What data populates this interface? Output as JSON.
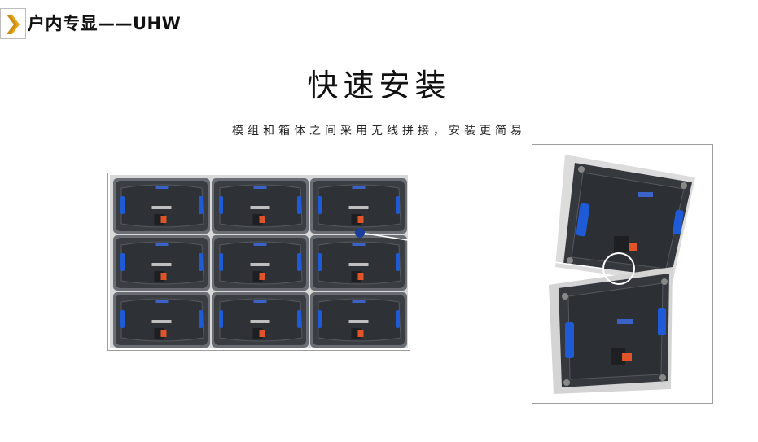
{
  "header": {
    "title": "户内专显——UHW",
    "logo_icon": "chevron-right-icon",
    "logo_color": "#e8a317"
  },
  "main": {
    "title": "快速安装",
    "subtitle": "模组和箱体之间采用无线拼接，安装更简易"
  },
  "images": {
    "left": {
      "description_icon": "led-cabinet-wall-image",
      "rows": 3,
      "cols": 3
    },
    "right": {
      "description_icon": "cabinet-splicing-detail-image"
    }
  },
  "colors": {
    "cabinet": "#3a3d42",
    "cabinet_edge": "#6a6e74",
    "blue_accent": "#1f5bd6",
    "orange_port": "#e0542a",
    "marker": "#1a3e9c"
  }
}
